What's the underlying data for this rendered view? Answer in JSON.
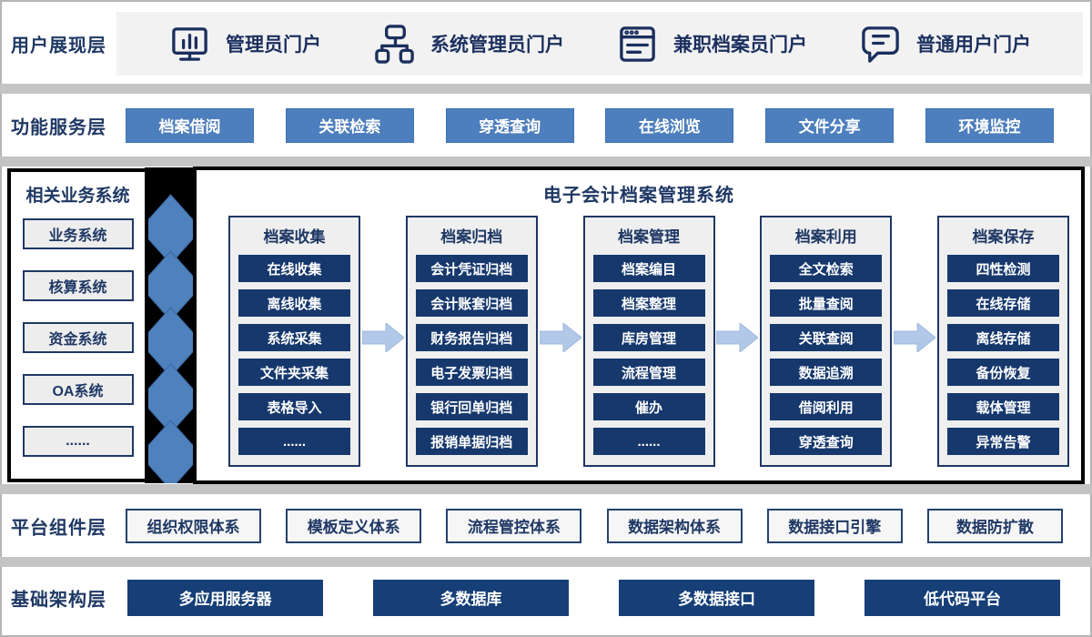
{
  "colors": {
    "navy_text": "#1f3864",
    "dark_button": "#16386d",
    "medium_blue_button": "#4d7ebd",
    "arrow_blue": "#b2c8e8",
    "diamond_blue": "#4f81bd",
    "panel_border": "#000000",
    "separator_gray": "#c4c4c4",
    "strip_gray": "#f2f2f2"
  },
  "presentation": {
    "label": "用户展现层",
    "portals": [
      {
        "icon": "monitor-chart-icon",
        "label": "管理员门户"
      },
      {
        "icon": "sitemap-icon",
        "label": "系统管理员门户"
      },
      {
        "icon": "browser-list-icon",
        "label": "兼职档案员门户"
      },
      {
        "icon": "chat-bubble-icon",
        "label": "普通用户门户"
      }
    ]
  },
  "function_layer": {
    "label": "功能服务层",
    "buttons": [
      "档案借阅",
      "关联检索",
      "穿透查询",
      "在线浏览",
      "文件分享",
      "环境监控"
    ]
  },
  "business_systems": {
    "title": "相关业务系统",
    "items": [
      "业务系统",
      "核算系统",
      "资金系统",
      "OA系统",
      "......"
    ]
  },
  "main_system": {
    "title": "电子会计档案管理系统",
    "columns": [
      {
        "title": "档案收集",
        "items": [
          "在线收集",
          "离线收集",
          "系统采集",
          "文件夹采集",
          "表格导入",
          "......"
        ]
      },
      {
        "title": "档案归档",
        "items": [
          "会计凭证归档",
          "会计账套归档",
          "财务报告归档",
          "电子发票归档",
          "银行回单归档",
          "报销单据归档"
        ]
      },
      {
        "title": "档案管理",
        "items": [
          "档案编目",
          "档案整理",
          "库房管理",
          "流程管理",
          "催办",
          "......"
        ]
      },
      {
        "title": "档案利用",
        "items": [
          "全文检索",
          "批量查阅",
          "关联查阅",
          "数据追溯",
          "借阅利用",
          "穿透查询"
        ]
      },
      {
        "title": "档案保存",
        "items": [
          "四性检测",
          "在线存储",
          "离线存储",
          "备份恢复",
          "载体管理",
          "异常告警"
        ]
      }
    ]
  },
  "platform_layer": {
    "label": "平台组件层",
    "boxes": [
      "组织权限体系",
      "模板定义体系",
      "流程管控体系",
      "数据架构体系",
      "数据接口引擎",
      "数据防扩散"
    ]
  },
  "infrastructure_layer": {
    "label": "基础架构层",
    "buttons": [
      "多应用服务器",
      "多数据库",
      "多数据接口",
      "低代码平台"
    ]
  }
}
